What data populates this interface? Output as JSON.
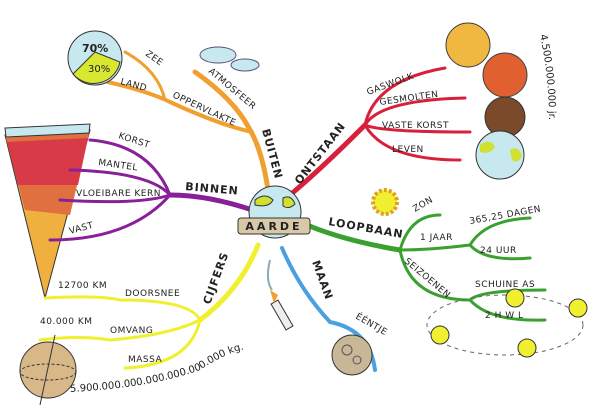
{
  "center": {
    "label": "AARDE"
  },
  "colors": {
    "buiten": "#f0a030",
    "ontstaan": "#d8203a",
    "binnen": "#8a1f9a",
    "loopbaan": "#3aa030",
    "maan": "#4aa0e0",
    "cijfers": "#f0f030"
  },
  "buiten": {
    "label": "BUITEN",
    "atmosfeer": "ATMOSFEER",
    "oppervlakte": "OPPERVLAKTE",
    "zee": "ZEE",
    "land": "LAND",
    "pie_sea": "70%",
    "pie_land": "30%"
  },
  "ontstaan": {
    "label": "ONTSTAAN",
    "items": [
      "GASWOLK",
      "GESMOLTEN",
      "VASTE KORST",
      "LEVEN"
    ],
    "age": "4.500.000.000 jr."
  },
  "binnen": {
    "label": "BINNEN",
    "items": [
      "KORST",
      "MANTEL",
      "VLOEIBARE KERN",
      "VAST"
    ]
  },
  "loopbaan": {
    "label": "LOOPBAAN",
    "zon": "ZON",
    "jaar": "1 JAAR",
    "dagen": "365,25 DAGEN",
    "uur": "24 UUR",
    "seizoenen": "SEIZOENEN",
    "schuine": "SCHUINE AS",
    "hwl": "2 H W L"
  },
  "maan": {
    "label": "MAAN",
    "eentje": "ÉÉNTJE"
  },
  "cijfers": {
    "label": "CIJFERS",
    "doorsnee": "DOORSNEE",
    "doorsnee_val": "12700 KM",
    "omvang": "OMVANG",
    "omvang_val": "40.000 KM",
    "massa": "MASSA",
    "massa_val": "5.900.000.000.000.000.000.000 kg."
  }
}
